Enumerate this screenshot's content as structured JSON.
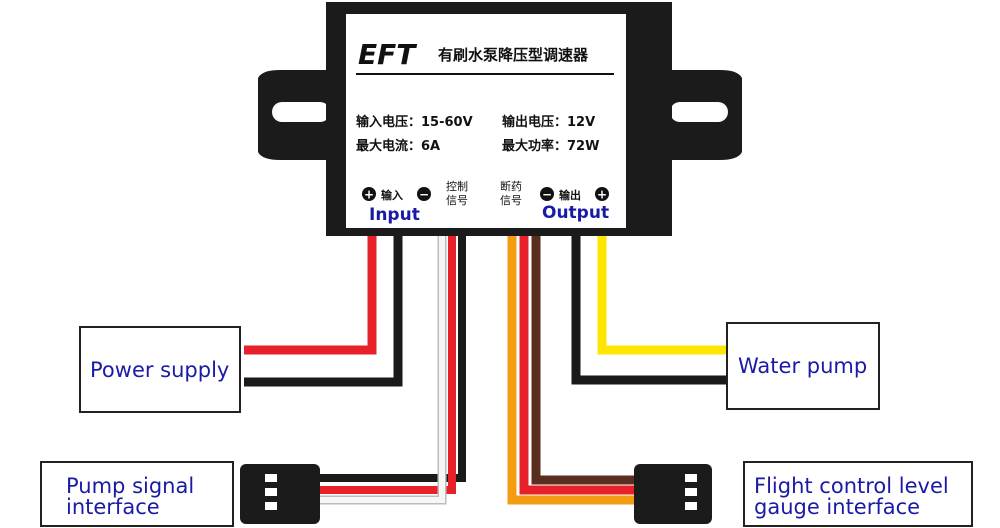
{
  "module": {
    "brand": "EFT",
    "name": "有刷水泵降压型调速器",
    "spec_line1_left": "输入电压：15-60V",
    "spec_line1_right": "输出电压：12V",
    "spec_line2_left": "最大电流：6A",
    "spec_line2_right": "最大功率：72W",
    "input_cn": "输入",
    "output_cn": "输出",
    "input_en": "Input",
    "output_en": "Output",
    "control_line1": "控制",
    "control_line2": "信号",
    "cutoff_line1": "断药",
    "cutoff_line2": "信号",
    "plus_symbol": "+",
    "minus_symbol": "−"
  },
  "labels": {
    "power_supply": "Power supply",
    "water_pump": "Water pump",
    "pump_signal": [
      "Pump signal",
      "interface"
    ],
    "flight_control": [
      "Flight control level",
      "gauge interface"
    ]
  },
  "colors": {
    "red": "#e8202a",
    "black": "#1a1a1a",
    "yellow": "#ffe600",
    "orange": "#f39c12",
    "brown": "#5a2e1e",
    "white": "#f4f4f4",
    "label_blue": "#1a1aa6"
  }
}
